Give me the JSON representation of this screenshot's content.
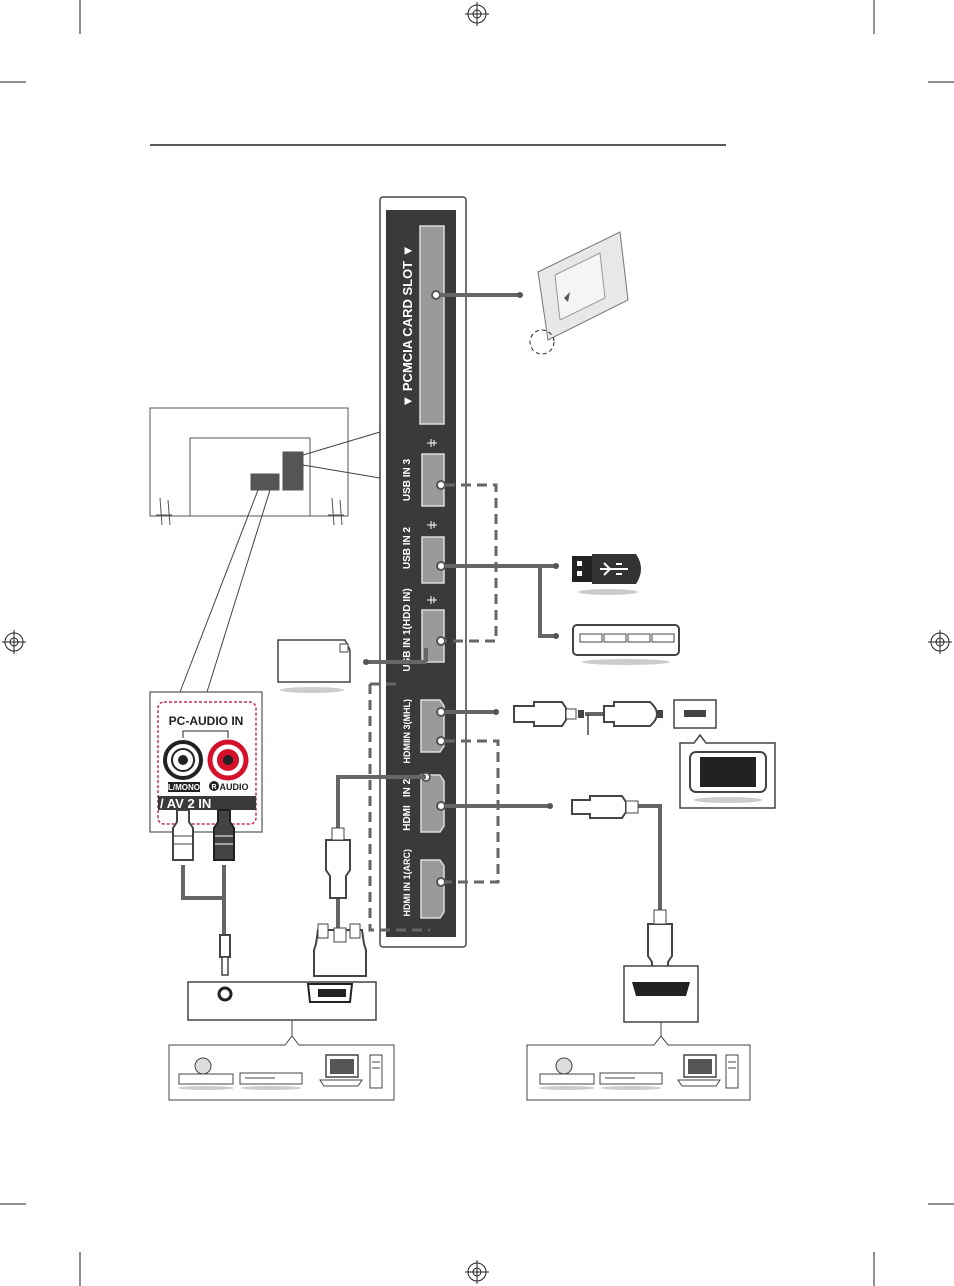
{
  "panel": {
    "pcmcia_label": "▼ PCMCIA CARD SLOT ▼",
    "usb3_label": "USB IN 3",
    "usb2_label": "USB IN 2",
    "usb1_label": "USB IN 1(HDD IN)",
    "hdmi3_label": "IN 3(MHL)",
    "hdmi2_label": "IN 2",
    "hdmi1_label": "IN 1(ARC)",
    "hdmi_logo": "HDMI"
  },
  "audio_box": {
    "title": "PC-AUDIO IN",
    "left_label": "L/MONO",
    "right_label": "AUDIO",
    "right_prefix": "R",
    "av_label": "/ AV 2 IN"
  },
  "colors": {
    "panel": "#3a3a3a",
    "slot": "#9a9a9a",
    "cable": "#666666",
    "audio_red": "#d4102a",
    "dashed_border": "#c8325a"
  }
}
